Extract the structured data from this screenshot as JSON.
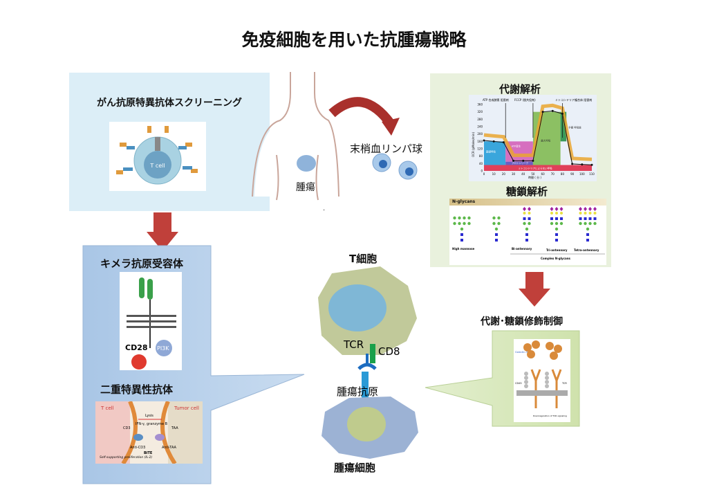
{
  "title": "免疫細胞を用いた抗腫瘍戦略",
  "screening": {
    "label": "がん抗原特異抗体スクリーニング",
    "cell_label": "T cell"
  },
  "body": {
    "tumor_label": "腫瘍",
    "lymph_label": "末梢血リンパ球"
  },
  "car": {
    "label": "キメラ抗原受容体",
    "cd28": "CD28",
    "pi3k": "PI3K"
  },
  "bispecific": {
    "label": "二重特異性抗体",
    "t_cell": "T cell",
    "tumor_cell": "Tumor cell",
    "cd3": "CD3",
    "taa": "TAA",
    "lysis": "Lysis",
    "ifn": "IFN-γ, granzyme B",
    "anti_cd3": "Anti-CD3",
    "anti_taa": "Anti-TAA",
    "bite": "BiTE",
    "self": "Self-supporting proliferation (IL-2)"
  },
  "center": {
    "t_cell": "T細胞",
    "tcr": "TCR",
    "cd8": "CD8",
    "antigen": "腫瘍抗原",
    "tumor_cell": "腫瘍細胞"
  },
  "metabolism": {
    "label": "代謝解析",
    "chart": {
      "ylabel": "OCR (pMoles/min)",
      "xlabel": "時間 ( 分 )",
      "yticks": [
        "0",
        "40",
        "80",
        "120",
        "160",
        "200",
        "240",
        "280",
        "320",
        "360"
      ],
      "xticks": [
        "0",
        "10",
        "20",
        "30",
        "40",
        "50",
        "60",
        "70",
        "80",
        "90",
        "100",
        "110"
      ],
      "ann_atp": "ATP 合成酵素 阻害剤",
      "ann_fccp": "FCCP (脱共役剤)",
      "ann_mito": "ミトコンドリア複合体 阻害剤",
      "basal": "基礎呼吸",
      "atp": "ATP産生",
      "leak": "プロトンリーク",
      "max": "最大呼吸",
      "spare": "予備 呼吸能",
      "non_mito": "ミトコンドリアによらない呼吸"
    },
    "chart_data": {
      "type": "line",
      "x": [
        0,
        10,
        20,
        30,
        40,
        50,
        60,
        70,
        80,
        90,
        100,
        110
      ],
      "values": [
        165,
        160,
        155,
        55,
        55,
        55,
        320,
        325,
        310,
        38,
        35,
        33
      ],
      "ylim": [
        0,
        360
      ],
      "xlim": [
        0,
        110
      ]
    }
  },
  "glycan": {
    "label": "糖鎖解析",
    "header": "N-glycans",
    "types": [
      "High mannose",
      "Bi-antennary",
      "Tri-antennary",
      "Tetra-antennary"
    ],
    "complex": "Complex N-glycans"
  },
  "control": {
    "label": "代謝･糖鎖修飾制御",
    "galectin": "Galectin-3",
    "cd45": "CD45",
    "tcr": "TCR",
    "down": "Downregulation of TCR signaling"
  },
  "colors": {
    "blue_box": "#dceef7",
    "callout_blue": "#b9d2ec",
    "green_box": "#e9f1dd",
    "callout_green": "#d5e6b4",
    "arrow_red": "#c0403a"
  }
}
